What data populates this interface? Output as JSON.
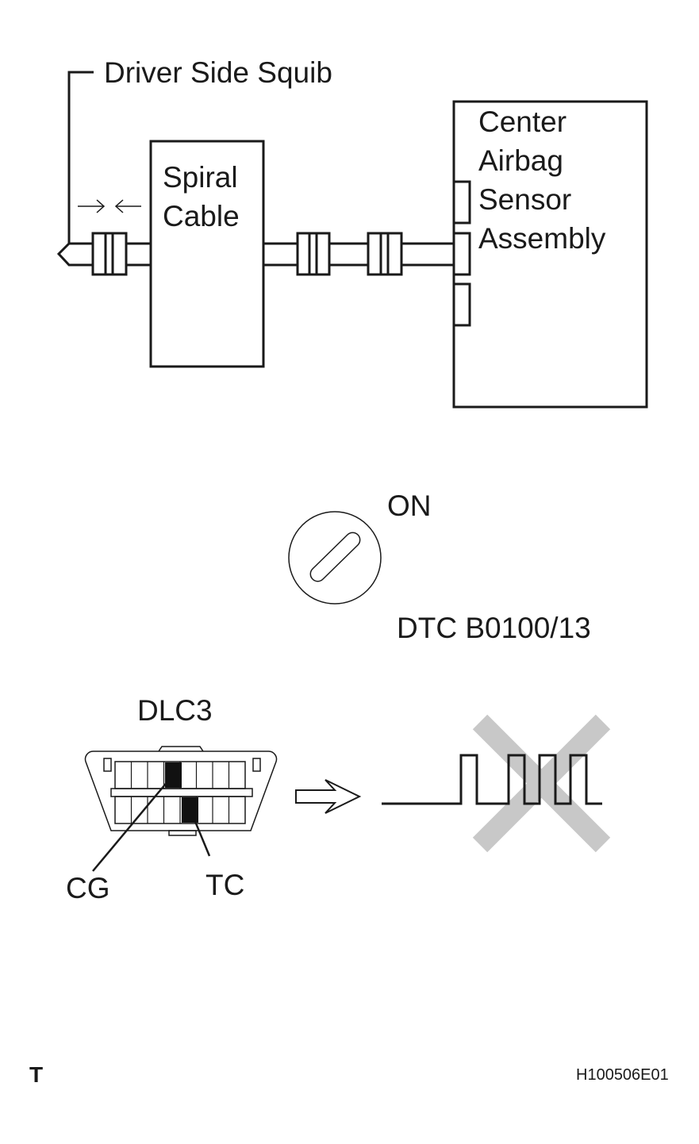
{
  "labels": {
    "driver_side_squib": "Driver Side Squib",
    "spiral_cable_line1": "Spiral",
    "spiral_cable_line2": "Cable",
    "center_airbag_line1": "Center",
    "center_airbag_line2": "Airbag",
    "center_airbag_line3": "Sensor",
    "center_airbag_line4": "Assembly",
    "ignition_on": "ON",
    "dtc_code": "DTC B0100/13",
    "dlc3": "DLC3",
    "cg_terminal": "CG",
    "tc_terminal": "TC",
    "corner_letter": "T",
    "figure_id": "H100506E01"
  },
  "icons": {
    "ignition": "ignition-key-icon",
    "arrow": "outline-right-arrow-icon",
    "waveform_crossed": "blink-pattern-crossed-out-icon",
    "connector_disconnect": "disconnect-arrows-icon"
  },
  "colors": {
    "line": "#1a1a1a",
    "cross": "#c8c8c8",
    "terminal": "#111111"
  }
}
